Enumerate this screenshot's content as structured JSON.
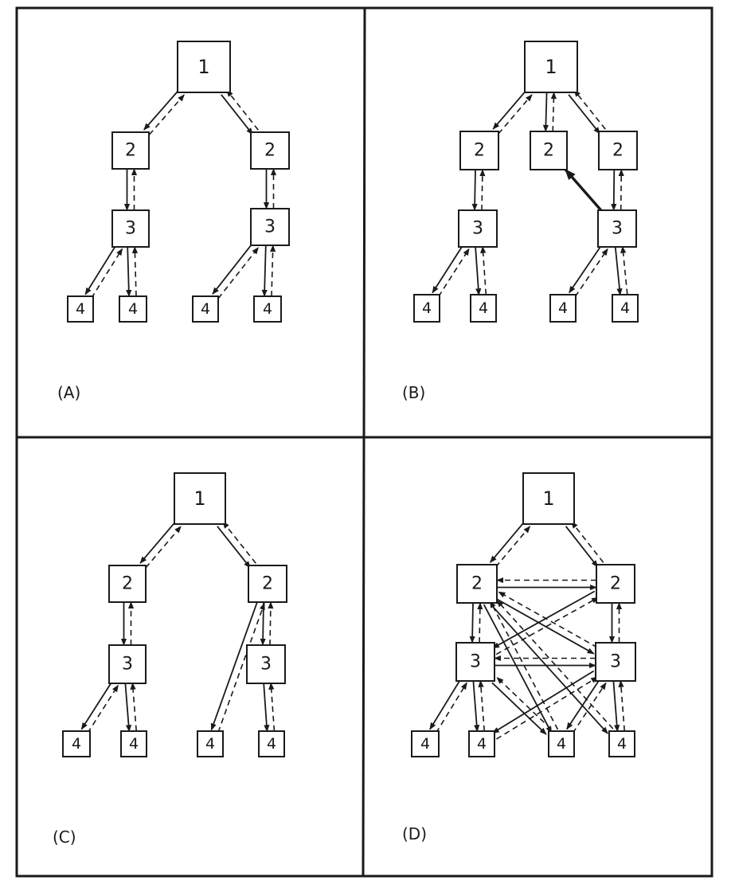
{
  "panels": [
    {
      "id": "A",
      "label": "(A)",
      "nodes": [
        {
          "id": "a1",
          "level": "1"
        },
        {
          "id": "a2l",
          "level": "2"
        },
        {
          "id": "a2r",
          "level": "2"
        },
        {
          "id": "a3l",
          "level": "3"
        },
        {
          "id": "a3r",
          "level": "3"
        },
        {
          "id": "a4a",
          "level": "4"
        },
        {
          "id": "a4b",
          "level": "4"
        },
        {
          "id": "a4c",
          "level": "4"
        },
        {
          "id": "a4d",
          "level": "4"
        }
      ],
      "edges": [
        {
          "from": "a1",
          "to": "a2l",
          "style": "pair"
        },
        {
          "from": "a1",
          "to": "a2r",
          "style": "pair"
        },
        {
          "from": "a2l",
          "to": "a3l",
          "style": "pair"
        },
        {
          "from": "a2r",
          "to": "a3r",
          "style": "pair"
        },
        {
          "from": "a3l",
          "to": "a4a",
          "style": "pair"
        },
        {
          "from": "a3l",
          "to": "a4b",
          "style": "pair"
        },
        {
          "from": "a3r",
          "to": "a4c",
          "style": "pair"
        },
        {
          "from": "a3r",
          "to": "a4d",
          "style": "pair"
        }
      ]
    },
    {
      "id": "B",
      "label": "(B)",
      "nodes": [
        {
          "id": "b1",
          "level": "1"
        },
        {
          "id": "b2l",
          "level": "2"
        },
        {
          "id": "b2m",
          "level": "2"
        },
        {
          "id": "b2r",
          "level": "2"
        },
        {
          "id": "b3l",
          "level": "3"
        },
        {
          "id": "b3r",
          "level": "3"
        },
        {
          "id": "b4a",
          "level": "4"
        },
        {
          "id": "b4b",
          "level": "4"
        },
        {
          "id": "b4c",
          "level": "4"
        },
        {
          "id": "b4d",
          "level": "4"
        }
      ],
      "edges": [
        {
          "from": "b1",
          "to": "b2l",
          "style": "pair"
        },
        {
          "from": "b1",
          "to": "b2m",
          "style": "pair"
        },
        {
          "from": "b1",
          "to": "b2r",
          "style": "pair"
        },
        {
          "from": "b2l",
          "to": "b3l",
          "style": "pair"
        },
        {
          "from": "b2r",
          "to": "b3r",
          "style": "pair"
        },
        {
          "from": "b3r",
          "to": "b2m",
          "style": "bold"
        },
        {
          "from": "b3l",
          "to": "b4a",
          "style": "pair"
        },
        {
          "from": "b3l",
          "to": "b4b",
          "style": "pair"
        },
        {
          "from": "b3r",
          "to": "b4c",
          "style": "pair"
        },
        {
          "from": "b3r",
          "to": "b4d",
          "style": "pair"
        }
      ]
    },
    {
      "id": "C",
      "label": "(C)",
      "nodes": [
        {
          "id": "c1",
          "level": "1"
        },
        {
          "id": "c2l",
          "level": "2"
        },
        {
          "id": "c2r",
          "level": "2"
        },
        {
          "id": "c3l",
          "level": "3"
        },
        {
          "id": "c3r",
          "level": "3"
        },
        {
          "id": "c4a",
          "level": "4"
        },
        {
          "id": "c4b",
          "level": "4"
        },
        {
          "id": "c4c",
          "level": "4"
        },
        {
          "id": "c4d",
          "level": "4"
        }
      ],
      "edges": [
        {
          "from": "c1",
          "to": "c2l",
          "style": "pair"
        },
        {
          "from": "c1",
          "to": "c2r",
          "style": "pair"
        },
        {
          "from": "c2l",
          "to": "c3l",
          "style": "pair"
        },
        {
          "from": "c2r",
          "to": "c3r",
          "style": "pair"
        },
        {
          "from": "c2r",
          "to": "c4c",
          "style": "pair"
        },
        {
          "from": "c3l",
          "to": "c4a",
          "style": "pair"
        },
        {
          "from": "c3l",
          "to": "c4b",
          "style": "pair"
        },
        {
          "from": "c3r",
          "to": "c4d",
          "style": "pair"
        }
      ]
    },
    {
      "id": "D",
      "label": "(D)",
      "nodes": [
        {
          "id": "d1",
          "level": "1"
        },
        {
          "id": "d2l",
          "level": "2"
        },
        {
          "id": "d2r",
          "level": "2"
        },
        {
          "id": "d3l",
          "level": "3"
        },
        {
          "id": "d3r",
          "level": "3"
        },
        {
          "id": "d4a",
          "level": "4"
        },
        {
          "id": "d4b",
          "level": "4"
        },
        {
          "id": "d4c",
          "level": "4"
        },
        {
          "id": "d4d",
          "level": "4"
        }
      ],
      "edges": [
        {
          "from": "d1",
          "to": "d2l",
          "style": "pair"
        },
        {
          "from": "d1",
          "to": "d2r",
          "style": "pair"
        },
        {
          "from": "d2l",
          "to": "d3l",
          "style": "pair"
        },
        {
          "from": "d2r",
          "to": "d3r",
          "style": "pair"
        },
        {
          "from": "d2l",
          "to": "d2r",
          "style": "pair"
        },
        {
          "from": "d3l",
          "to": "d3r",
          "style": "pair"
        },
        {
          "from": "d2l",
          "to": "d3r",
          "style": "pair"
        },
        {
          "from": "d2r",
          "to": "d3l",
          "style": "pair"
        },
        {
          "from": "d3l",
          "to": "d4a",
          "style": "pair"
        },
        {
          "from": "d3l",
          "to": "d4b",
          "style": "pair"
        },
        {
          "from": "d3r",
          "to": "d4c",
          "style": "pair"
        },
        {
          "from": "d3r",
          "to": "d4d",
          "style": "pair"
        },
        {
          "from": "d3l",
          "to": "d4c",
          "style": "pair"
        },
        {
          "from": "d3r",
          "to": "d4b",
          "style": "pair"
        },
        {
          "from": "d2l",
          "to": "d4d",
          "style": "pair"
        },
        {
          "from": "d2l",
          "to": "d4c",
          "style": "pair"
        }
      ]
    }
  ]
}
